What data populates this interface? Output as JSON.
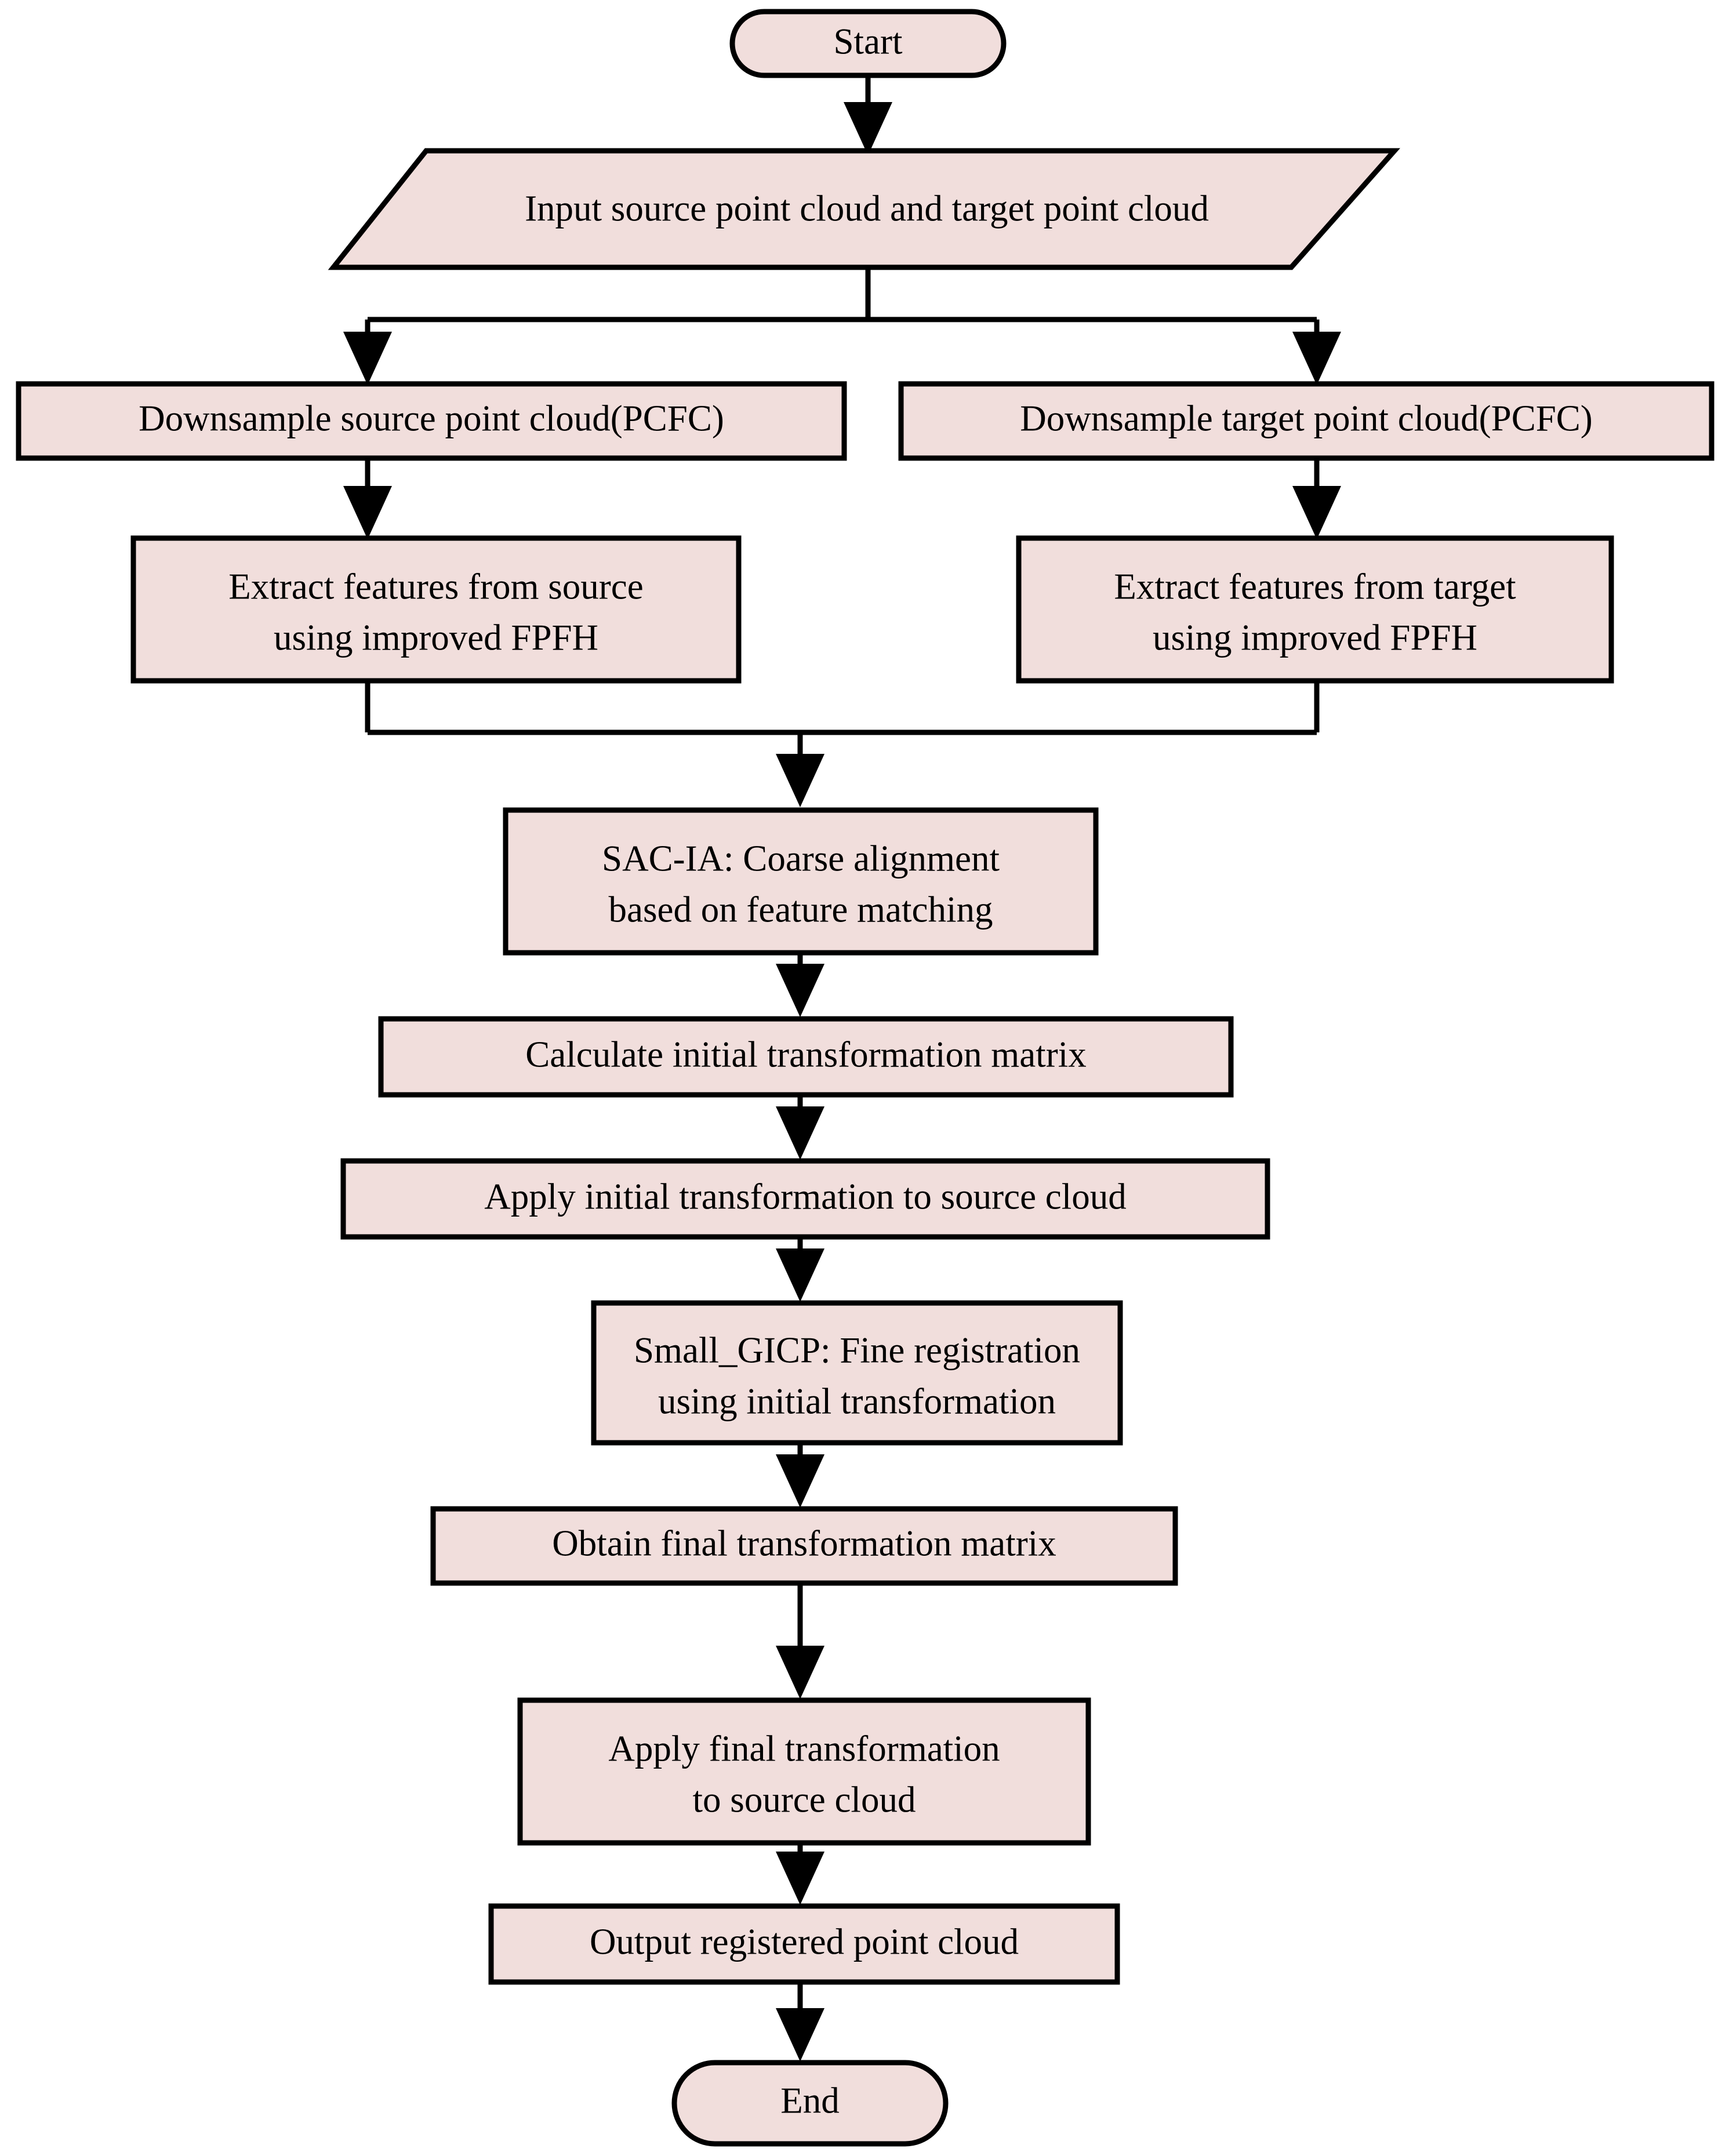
{
  "diagram": {
    "title": "Point cloud registration pipeline flowchart",
    "colors": {
      "node_fill": "#f1dedc",
      "node_stroke": "#000000",
      "edge_stroke": "#000000",
      "background": "#ffffff",
      "text": "#000000"
    }
  },
  "nodes": {
    "start": {
      "label": "Start",
      "shape": "terminator"
    },
    "input": {
      "label": "Input source point cloud and target point cloud",
      "shape": "parallelogram"
    },
    "downsample_source": {
      "label": "Downsample source point cloud(PCFC)",
      "shape": "process"
    },
    "downsample_target": {
      "label": "Downsample target point cloud(PCFC)",
      "shape": "process"
    },
    "extract_source_l1": {
      "label": "Extract features from source",
      "shape": "process"
    },
    "extract_source_l2": {
      "label": "using improved FPFH"
    },
    "extract_target_l1": {
      "label": "Extract features from target",
      "shape": "process"
    },
    "extract_target_l2": {
      "label": "using improved FPFH"
    },
    "sacia_l1": {
      "label": "SAC-IA: Coarse alignment",
      "shape": "process"
    },
    "sacia_l2": {
      "label": "based on feature matching"
    },
    "calc_initial": {
      "label": "Calculate initial transformation matrix",
      "shape": "process"
    },
    "apply_initial": {
      "label": "Apply initial transformation to source cloud",
      "shape": "process"
    },
    "gicp_l1": {
      "label": "Small_GICP: Fine registration",
      "shape": "process"
    },
    "gicp_l2": {
      "label": "using initial transformation"
    },
    "obtain_final": {
      "label": "Obtain final transformation matrix",
      "shape": "process"
    },
    "apply_final_l1": {
      "label": "Apply final transformation",
      "shape": "process"
    },
    "apply_final_l2": {
      "label": "to source cloud"
    },
    "output_cloud": {
      "label": "Output registered point cloud",
      "shape": "process"
    },
    "end": {
      "label": "End",
      "shape": "terminator"
    }
  },
  "flow": {
    "sequence": [
      "Start",
      "Input source point cloud and target point cloud",
      "Downsample source point cloud(PCFC) | Downsample target point cloud(PCFC)",
      "Extract features from source using improved FPFH | Extract features from target using improved FPFH",
      "SAC-IA: Coarse alignment based on feature matching",
      "Calculate initial transformation matrix",
      "Apply initial transformation to source cloud",
      "Small_GICP: Fine registration using initial transformation",
      "Obtain final transformation matrix",
      "Apply final transformation to source cloud",
      "Output registered point cloud",
      "End"
    ]
  }
}
